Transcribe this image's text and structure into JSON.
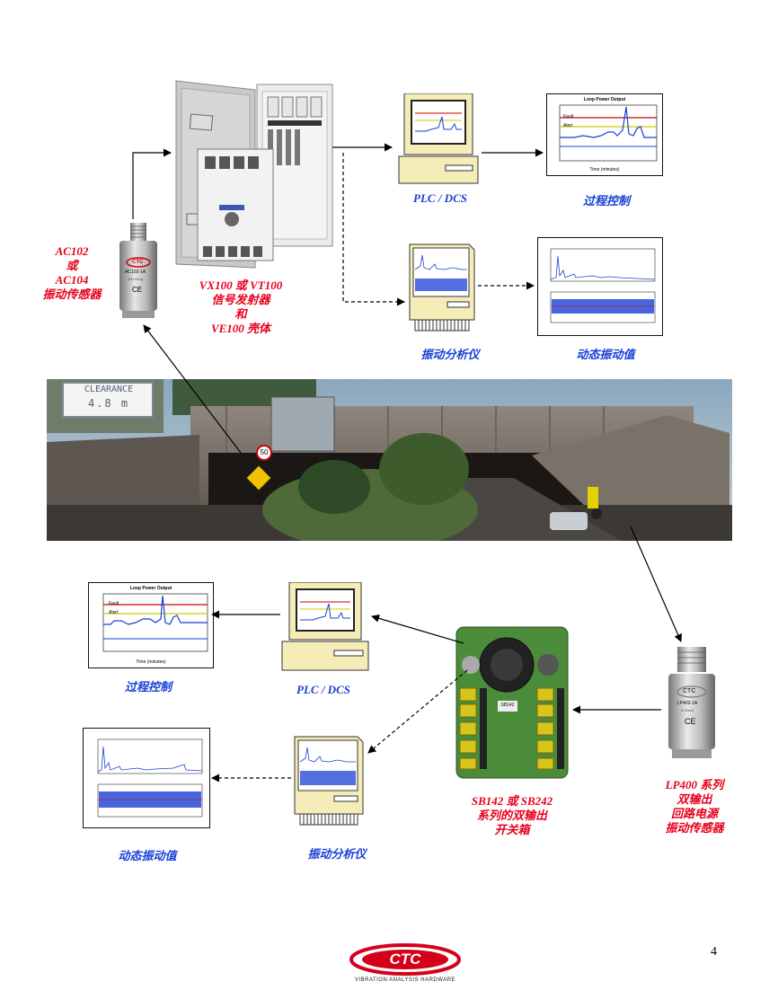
{
  "labels": {
    "ac_sensor": [
      "AC102",
      "或",
      "AC104",
      "振动传感器"
    ],
    "vx_transmitter": [
      "VX100 或 VT100",
      "信号发射器",
      "和",
      "VE100 壳体"
    ],
    "plc_dcs_top": "PLC / DCS",
    "process_control_top": "过程控制",
    "vibration_analyzer_top": "振动分析仪",
    "dynamic_vibration_top": "动态振动值",
    "process_control_bottom": "过程控制",
    "plc_dcs_bottom": "PLC / DCS",
    "dynamic_vibration_bottom": "动态振动值",
    "vibration_analyzer_bottom": "振动分析仪",
    "switch_box": [
      "SB142 或 SB242",
      "系列的双输出",
      "开关箱"
    ],
    "lp_sensor": [
      "LP400 系列",
      "双输出",
      "回路电源",
      "振动传感器"
    ]
  },
  "sensor_ac": {
    "brand": "CTC",
    "model": "AC102-1A",
    "sub": "100 mV/g"
  },
  "sensor_lp": {
    "brand": "CTC",
    "model": "LP402-1A",
    "sub": "4-20mA"
  },
  "loop_chart": {
    "title": "Loop Power Output",
    "fault_label": "Fault",
    "alert_label": "Alert",
    "xlabel": "Time (minutes)"
  },
  "photo": {
    "clearance_sign": "CLEARANCE",
    "clearance_value": "4.8 m",
    "speed_sign": "50"
  },
  "switch_box": {
    "board_label": "SB142"
  },
  "logo": {
    "text": "CTC",
    "tagline": "Vibration Analysis Hardware"
  },
  "page_number": "4",
  "colors": {
    "red": "#e8001c",
    "blue": "#1a3fd6",
    "screen_cream": "#f5edb8"
  }
}
